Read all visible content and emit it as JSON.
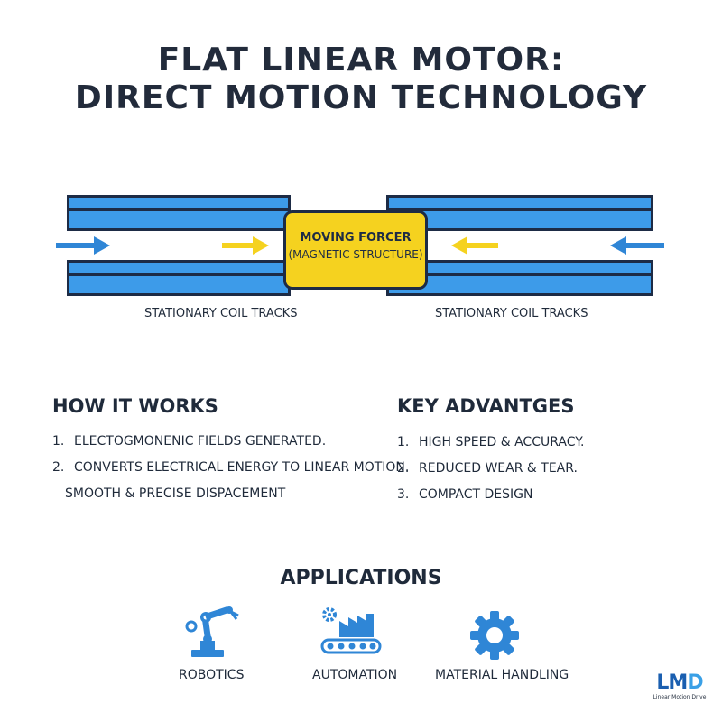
{
  "title": {
    "line1": "FLAT LINEAR MOTOR:",
    "line2": "DIRECT MOTION TECHNOLOGY"
  },
  "diagram": {
    "forcer_line1": "MOVING FORCER",
    "forcer_line2": "(MAGNETIC STRUCTURE)",
    "left_track_label": "STATIONARY COIL TRACKS",
    "right_track_label": "STATIONARY COIL TRACKS",
    "colors": {
      "track": "#3d9be9",
      "outline": "#1d2b45",
      "forcer": "#f5d21f",
      "arrow_blue": "#2f86d6",
      "arrow_yellow": "#f5d21f"
    }
  },
  "how_it_works": {
    "heading": "HOW IT WORKS",
    "items": [
      {
        "num": "1.",
        "text": "ELECTOGMONENIC FIELDS GENERATED."
      },
      {
        "num": "2.",
        "text": "CONVERTS ELECTRICAL ENERGY TO LINEAR MOTION."
      },
      {
        "num": "",
        "text": "SMOOTH & PRECISE DISPACEMENT"
      }
    ]
  },
  "key_advantages": {
    "heading": "KEY ADVANTGES",
    "items": [
      {
        "num": "1.",
        "text": "HIGH SPEED & ACCURACY."
      },
      {
        "num": "2.",
        "text": "REDUCED WEAR & TEAR."
      },
      {
        "num": "3.",
        "text": "COMPACT DESIGN"
      }
    ]
  },
  "applications": {
    "heading": "APPLICATIONS",
    "items": [
      {
        "label": "ROBOTICS",
        "icon": "robot-arm-icon"
      },
      {
        "label": "AUTOMATION",
        "icon": "conveyor-icon"
      },
      {
        "label": "MATERIAL HANDLING",
        "icon": "gear-icon"
      }
    ]
  },
  "logo": {
    "mark_a": "LM",
    "mark_b": "D",
    "subtitle": "Linear Motion Drive"
  }
}
